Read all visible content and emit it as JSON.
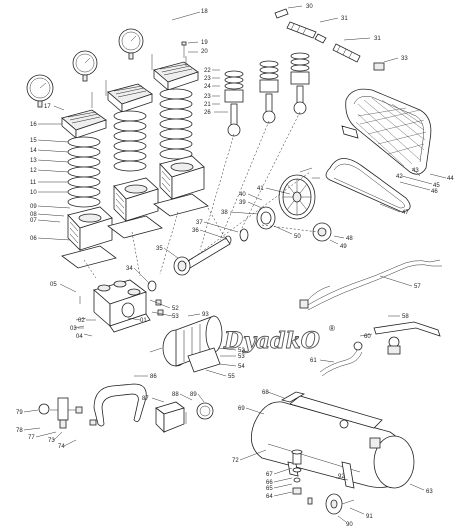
{
  "watermark": {
    "text": "DyadkO",
    "mark": "®"
  },
  "labels": [
    {
      "id": "l18",
      "text": "18"
    },
    {
      "id": "l19",
      "text": "19"
    },
    {
      "id": "l20",
      "text": "20"
    },
    {
      "id": "l30",
      "text": "30"
    },
    {
      "id": "l31a",
      "text": "31"
    },
    {
      "id": "l31b",
      "text": "31"
    },
    {
      "id": "l33",
      "text": "33"
    },
    {
      "id": "l22",
      "text": "22"
    },
    {
      "id": "l23a",
      "text": "23"
    },
    {
      "id": "l24",
      "text": "24"
    },
    {
      "id": "l23b",
      "text": "23"
    },
    {
      "id": "l21",
      "text": "21"
    },
    {
      "id": "l26",
      "text": "26"
    },
    {
      "id": "l17",
      "text": "17"
    },
    {
      "id": "l16",
      "text": "16"
    },
    {
      "id": "l15",
      "text": "15"
    },
    {
      "id": "l14",
      "text": "14"
    },
    {
      "id": "l13",
      "text": "13"
    },
    {
      "id": "l12",
      "text": "12"
    },
    {
      "id": "l11",
      "text": "11"
    },
    {
      "id": "l10",
      "text": "10"
    },
    {
      "id": "l09",
      "text": "09"
    },
    {
      "id": "l08",
      "text": "08"
    },
    {
      "id": "l07",
      "text": "07"
    },
    {
      "id": "l06",
      "text": "06"
    },
    {
      "id": "l44",
      "text": "44"
    },
    {
      "id": "l43",
      "text": "43"
    },
    {
      "id": "l42",
      "text": "42"
    },
    {
      "id": "l45",
      "text": "45"
    },
    {
      "id": "l46",
      "text": "46"
    },
    {
      "id": "l41",
      "text": "41"
    },
    {
      "id": "l40",
      "text": "40"
    },
    {
      "id": "l39",
      "text": "39"
    },
    {
      "id": "l38",
      "text": "38"
    },
    {
      "id": "l37",
      "text": "37"
    },
    {
      "id": "l36",
      "text": "36"
    },
    {
      "id": "l47",
      "text": "47"
    },
    {
      "id": "l50",
      "text": "50"
    },
    {
      "id": "l49",
      "text": "49"
    },
    {
      "id": "l48",
      "text": "48"
    },
    {
      "id": "l35",
      "text": "35"
    },
    {
      "id": "l34",
      "text": "34"
    },
    {
      "id": "l05",
      "text": "05"
    },
    {
      "id": "l57",
      "text": "57"
    },
    {
      "id": "l52a",
      "text": "52"
    },
    {
      "id": "l53a",
      "text": "53"
    },
    {
      "id": "l01",
      "text": "01"
    },
    {
      "id": "l02",
      "text": "02"
    },
    {
      "id": "l03",
      "text": "03"
    },
    {
      "id": "l04",
      "text": "04"
    },
    {
      "id": "l93",
      "text": "93"
    },
    {
      "id": "l58",
      "text": "58"
    },
    {
      "id": "l60",
      "text": "60"
    },
    {
      "id": "l52b",
      "text": "52"
    },
    {
      "id": "l53b",
      "text": "53"
    },
    {
      "id": "l54",
      "text": "54"
    },
    {
      "id": "l55",
      "text": "55"
    },
    {
      "id": "l61",
      "text": "61"
    },
    {
      "id": "l86",
      "text": "86"
    },
    {
      "id": "l87",
      "text": "87"
    },
    {
      "id": "l88",
      "text": "88"
    },
    {
      "id": "l89",
      "text": "89"
    },
    {
      "id": "l68",
      "text": "68"
    },
    {
      "id": "l69",
      "text": "69"
    },
    {
      "id": "l79",
      "text": "79"
    },
    {
      "id": "l78",
      "text": "78"
    },
    {
      "id": "l77",
      "text": "77"
    },
    {
      "id": "l73",
      "text": "73"
    },
    {
      "id": "l74",
      "text": "74"
    },
    {
      "id": "l72",
      "text": "72"
    },
    {
      "id": "l67",
      "text": "67"
    },
    {
      "id": "l66",
      "text": "66"
    },
    {
      "id": "l65",
      "text": "65"
    },
    {
      "id": "l64",
      "text": "64"
    },
    {
      "id": "l92",
      "text": "92"
    },
    {
      "id": "l63",
      "text": "63"
    },
    {
      "id": "l91",
      "text": "91"
    },
    {
      "id": "l90",
      "text": "90"
    }
  ]
}
